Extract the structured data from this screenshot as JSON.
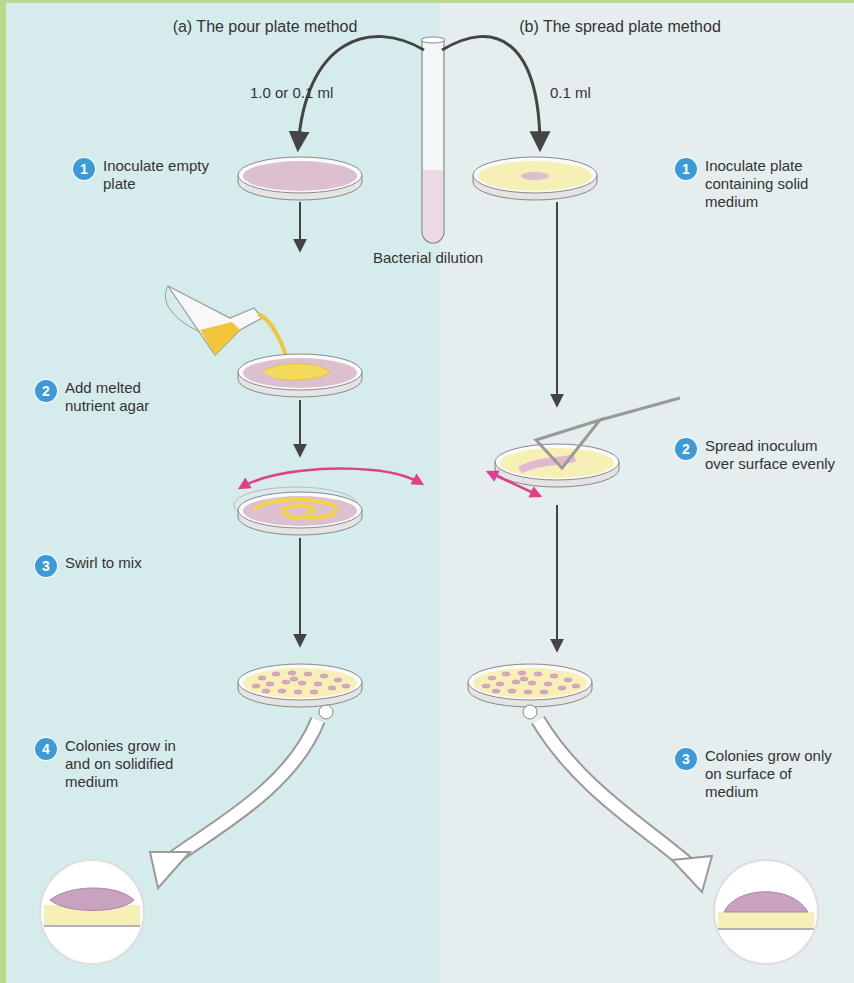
{
  "diagram": {
    "nodes": [
      {
        "text": [
          "(a) The pour plate method"
        ]
      },
      {
        "text": [
          "1",
          "Inoculate empty plate"
        ],
        "in": 0
      },
      {
        "text": [
          "2",
          "Add melted nutrient agar"
        ],
        "in": 0
      },
      {
        "text": [
          "3",
          "Swirl to mix"
        ],
        "in": 0
      },
      {
        "text": [
          "4",
          "Colonies grow in and on solidified medium"
        ],
        "in": 0
      },
      {
        "text": [
          "(b) The spread plate method"
        ]
      },
      {
        "text": [
          "1",
          "Inoculate plate containing solid medium"
        ],
        "in": 5
      },
      {
        "text": [
          "2",
          "Spread inoculum over surface evenly"
        ],
        "in": 5
      },
      {
        "text": [
          "3",
          "Colonies grow only on surface of medium"
        ],
        "in": 5
      }
    ],
    "labels": [
      "1.0 or 0.1 ml",
      "0.1 ml",
      "Bacterial dilution"
    ]
  }
}
